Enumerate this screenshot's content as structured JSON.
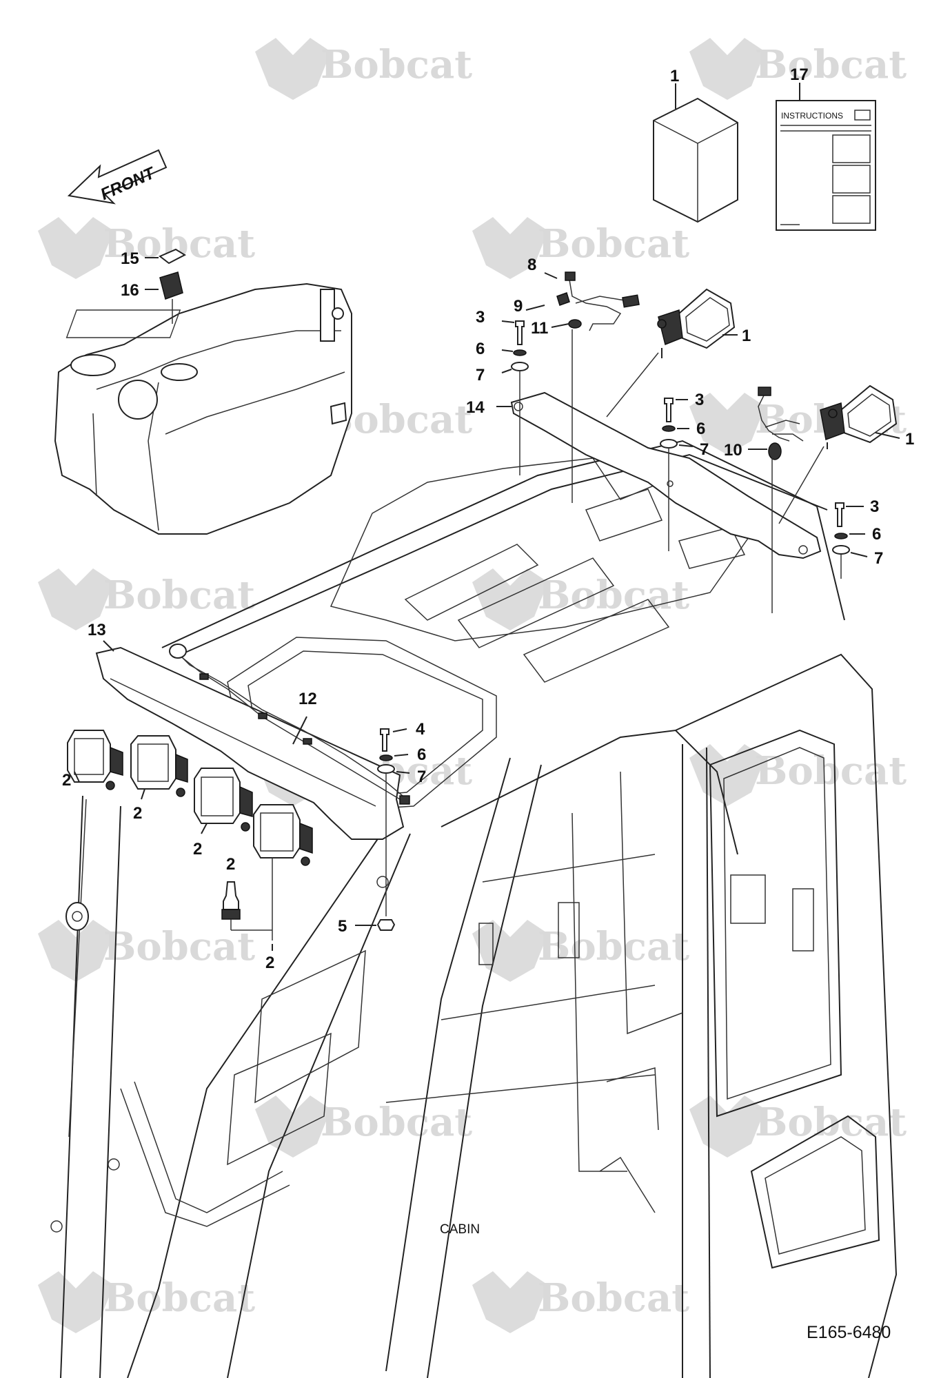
{
  "watermark": {
    "text": "Bobcat",
    "color": "#d9d9d9"
  },
  "front_arrow": {
    "label": "FRONT"
  },
  "instructions_card": {
    "header": "INSTRUCTIONS"
  },
  "callouts": {
    "c1_kit": "1",
    "c17": "17",
    "c15": "15",
    "c16": "16",
    "c8": "8",
    "c9": "9",
    "c11": "11",
    "c3_a": "3",
    "c6_a": "6",
    "c7_a": "7",
    "c14": "14",
    "c1_light_a": "1",
    "c3_b": "3",
    "c6_b": "6",
    "c7_b": "7",
    "c10": "10",
    "c1_light_b": "1",
    "c3_c": "3",
    "c6_c": "6",
    "c7_c": "7",
    "c13": "13",
    "c12": "12",
    "c4": "4",
    "c6_d": "6",
    "c7_d": "7",
    "c2_a": "2",
    "c2_b": "2",
    "c2_c": "2",
    "c2_d": "2",
    "c2_bulb": "2",
    "c5": "5"
  },
  "caption": "CABIN",
  "document_id": "E165-6480"
}
